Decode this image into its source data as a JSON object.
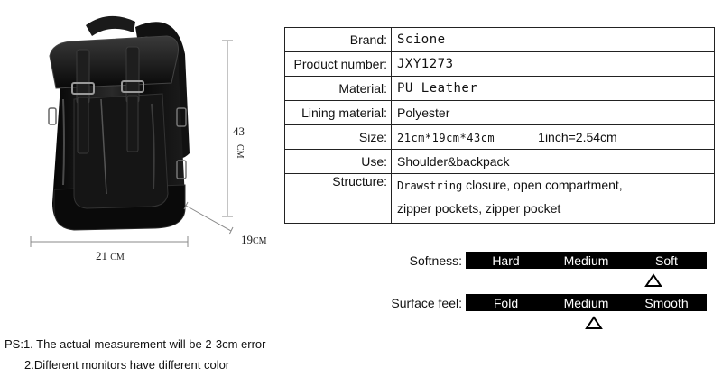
{
  "dimensions": {
    "height_value": "43",
    "height_unit": "CM",
    "width_value": "21",
    "width_unit": "CM",
    "depth_value": "19",
    "depth_unit": "CM"
  },
  "specs": {
    "brand": {
      "label": "Brand:",
      "value": "Scione"
    },
    "product_number": {
      "label": "Product number:",
      "value": "JXY1273"
    },
    "material": {
      "label": "Material:",
      "value": "PU Leather"
    },
    "lining": {
      "label": "Lining material:",
      "value": "Polyester"
    },
    "size": {
      "label": "Size:",
      "value": "21cm*19cm*43cm",
      "conversion": "1inch=2.54cm"
    },
    "use": {
      "label": "Use:",
      "value": "Shoulder&backpack"
    },
    "structure": {
      "label": "Structure:",
      "line1_prefix": "Drawstring",
      "line1_rest": " closure, open compartment,",
      "line2": "zipper pockets, zipper pocket"
    }
  },
  "softness": {
    "label": "Softness:",
    "levels": [
      "Hard",
      "Medium",
      "Soft"
    ],
    "marker_level": 0.78
  },
  "surface_feel": {
    "label": "Surface feel:",
    "levels": [
      "Fold",
      "Medium",
      "Smooth"
    ],
    "marker_level": 0.53
  },
  "notes": {
    "line1": "PS:1. The actual measurement will be 2-3cm error",
    "line2": "2.Different monitors have different color"
  },
  "colors": {
    "bag": "#0d0d0d",
    "bar": "#000000",
    "border": "#222222"
  }
}
